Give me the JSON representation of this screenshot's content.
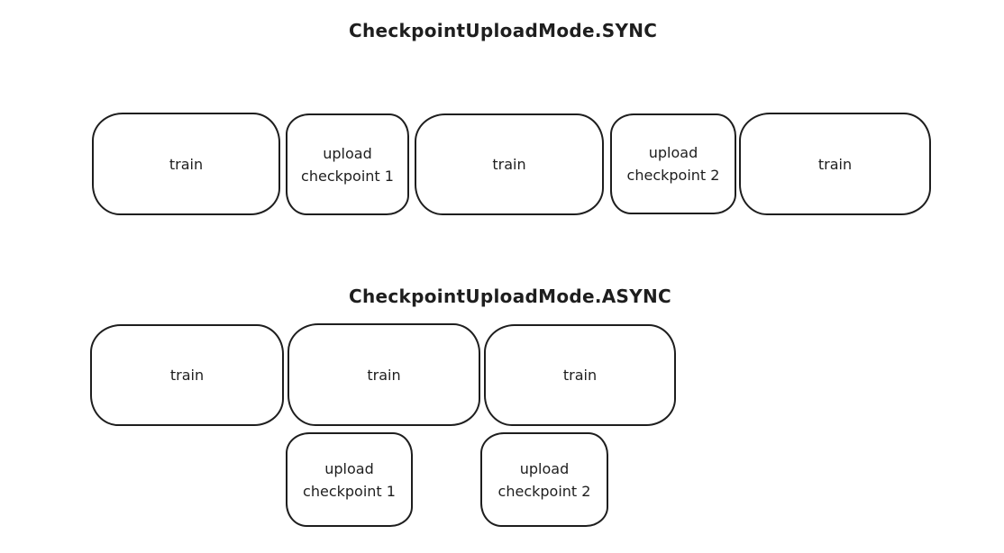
{
  "canvas": {
    "background": "#ffffff",
    "stroke_color": "#1e1e1e",
    "text_color": "#1e1e1e"
  },
  "sync": {
    "title": "CheckpointUploadMode.SYNC",
    "blocks": [
      {
        "label": "train",
        "kind": "train"
      },
      {
        "label": "upload checkpoint 1",
        "kind": "upload"
      },
      {
        "label": "train",
        "kind": "train"
      },
      {
        "label": "upload checkpoint 2",
        "kind": "upload"
      },
      {
        "label": "train",
        "kind": "train"
      }
    ]
  },
  "async": {
    "title": "CheckpointUploadMode.ASYNC",
    "train_blocks": [
      {
        "label": "train"
      },
      {
        "label": "train"
      },
      {
        "label": "train"
      }
    ],
    "upload_blocks": [
      {
        "label": "upload checkpoint 1"
      },
      {
        "label": "upload checkpoint 2"
      }
    ]
  }
}
